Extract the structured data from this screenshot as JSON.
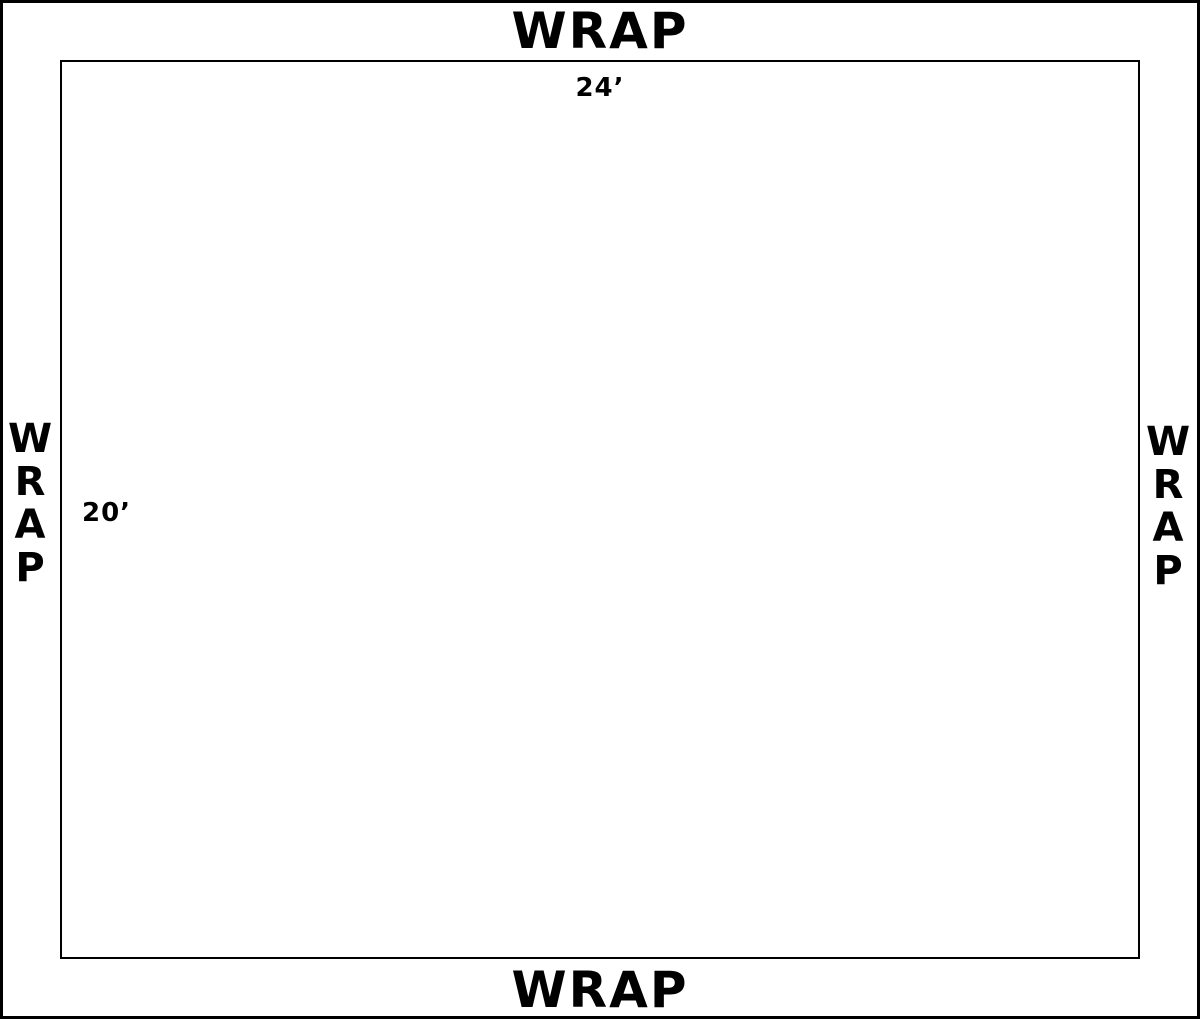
{
  "labels": {
    "wrap_top": "WRAP",
    "wrap_bottom": "WRAP",
    "wrap_left": "WRAP",
    "wrap_right": "WRAP",
    "width_dimension": "24’",
    "height_dimension": "20’"
  },
  "colors": {
    "line": "#000000",
    "background": "#ffffff"
  }
}
